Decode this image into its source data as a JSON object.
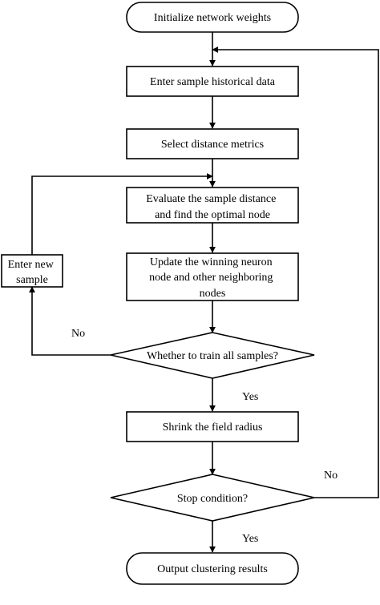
{
  "nodes": {
    "init": {
      "lines": [
        "Initialize network weights"
      ]
    },
    "enter_data": {
      "lines": [
        "Enter sample historical data"
      ]
    },
    "select_metrics": {
      "lines": [
        "Select distance metrics"
      ]
    },
    "evaluate": {
      "lines": [
        "Evaluate the sample distance",
        "and find the optimal node"
      ]
    },
    "update": {
      "lines": [
        "Update the winning neuron",
        "node and other neighboring",
        "nodes"
      ]
    },
    "enter_new": {
      "lines": [
        "Enter new",
        "sample"
      ]
    },
    "train_all": {
      "lines": [
        "Whether to train all samples?"
      ]
    },
    "shrink": {
      "lines": [
        "Shrink the field radius"
      ]
    },
    "stop": {
      "lines": [
        "Stop condition?"
      ]
    },
    "output": {
      "lines": [
        "Output clustering results"
      ]
    }
  },
  "edge_labels": {
    "train_no": "No",
    "train_yes": "Yes",
    "stop_no": "No",
    "stop_yes": "Yes"
  }
}
